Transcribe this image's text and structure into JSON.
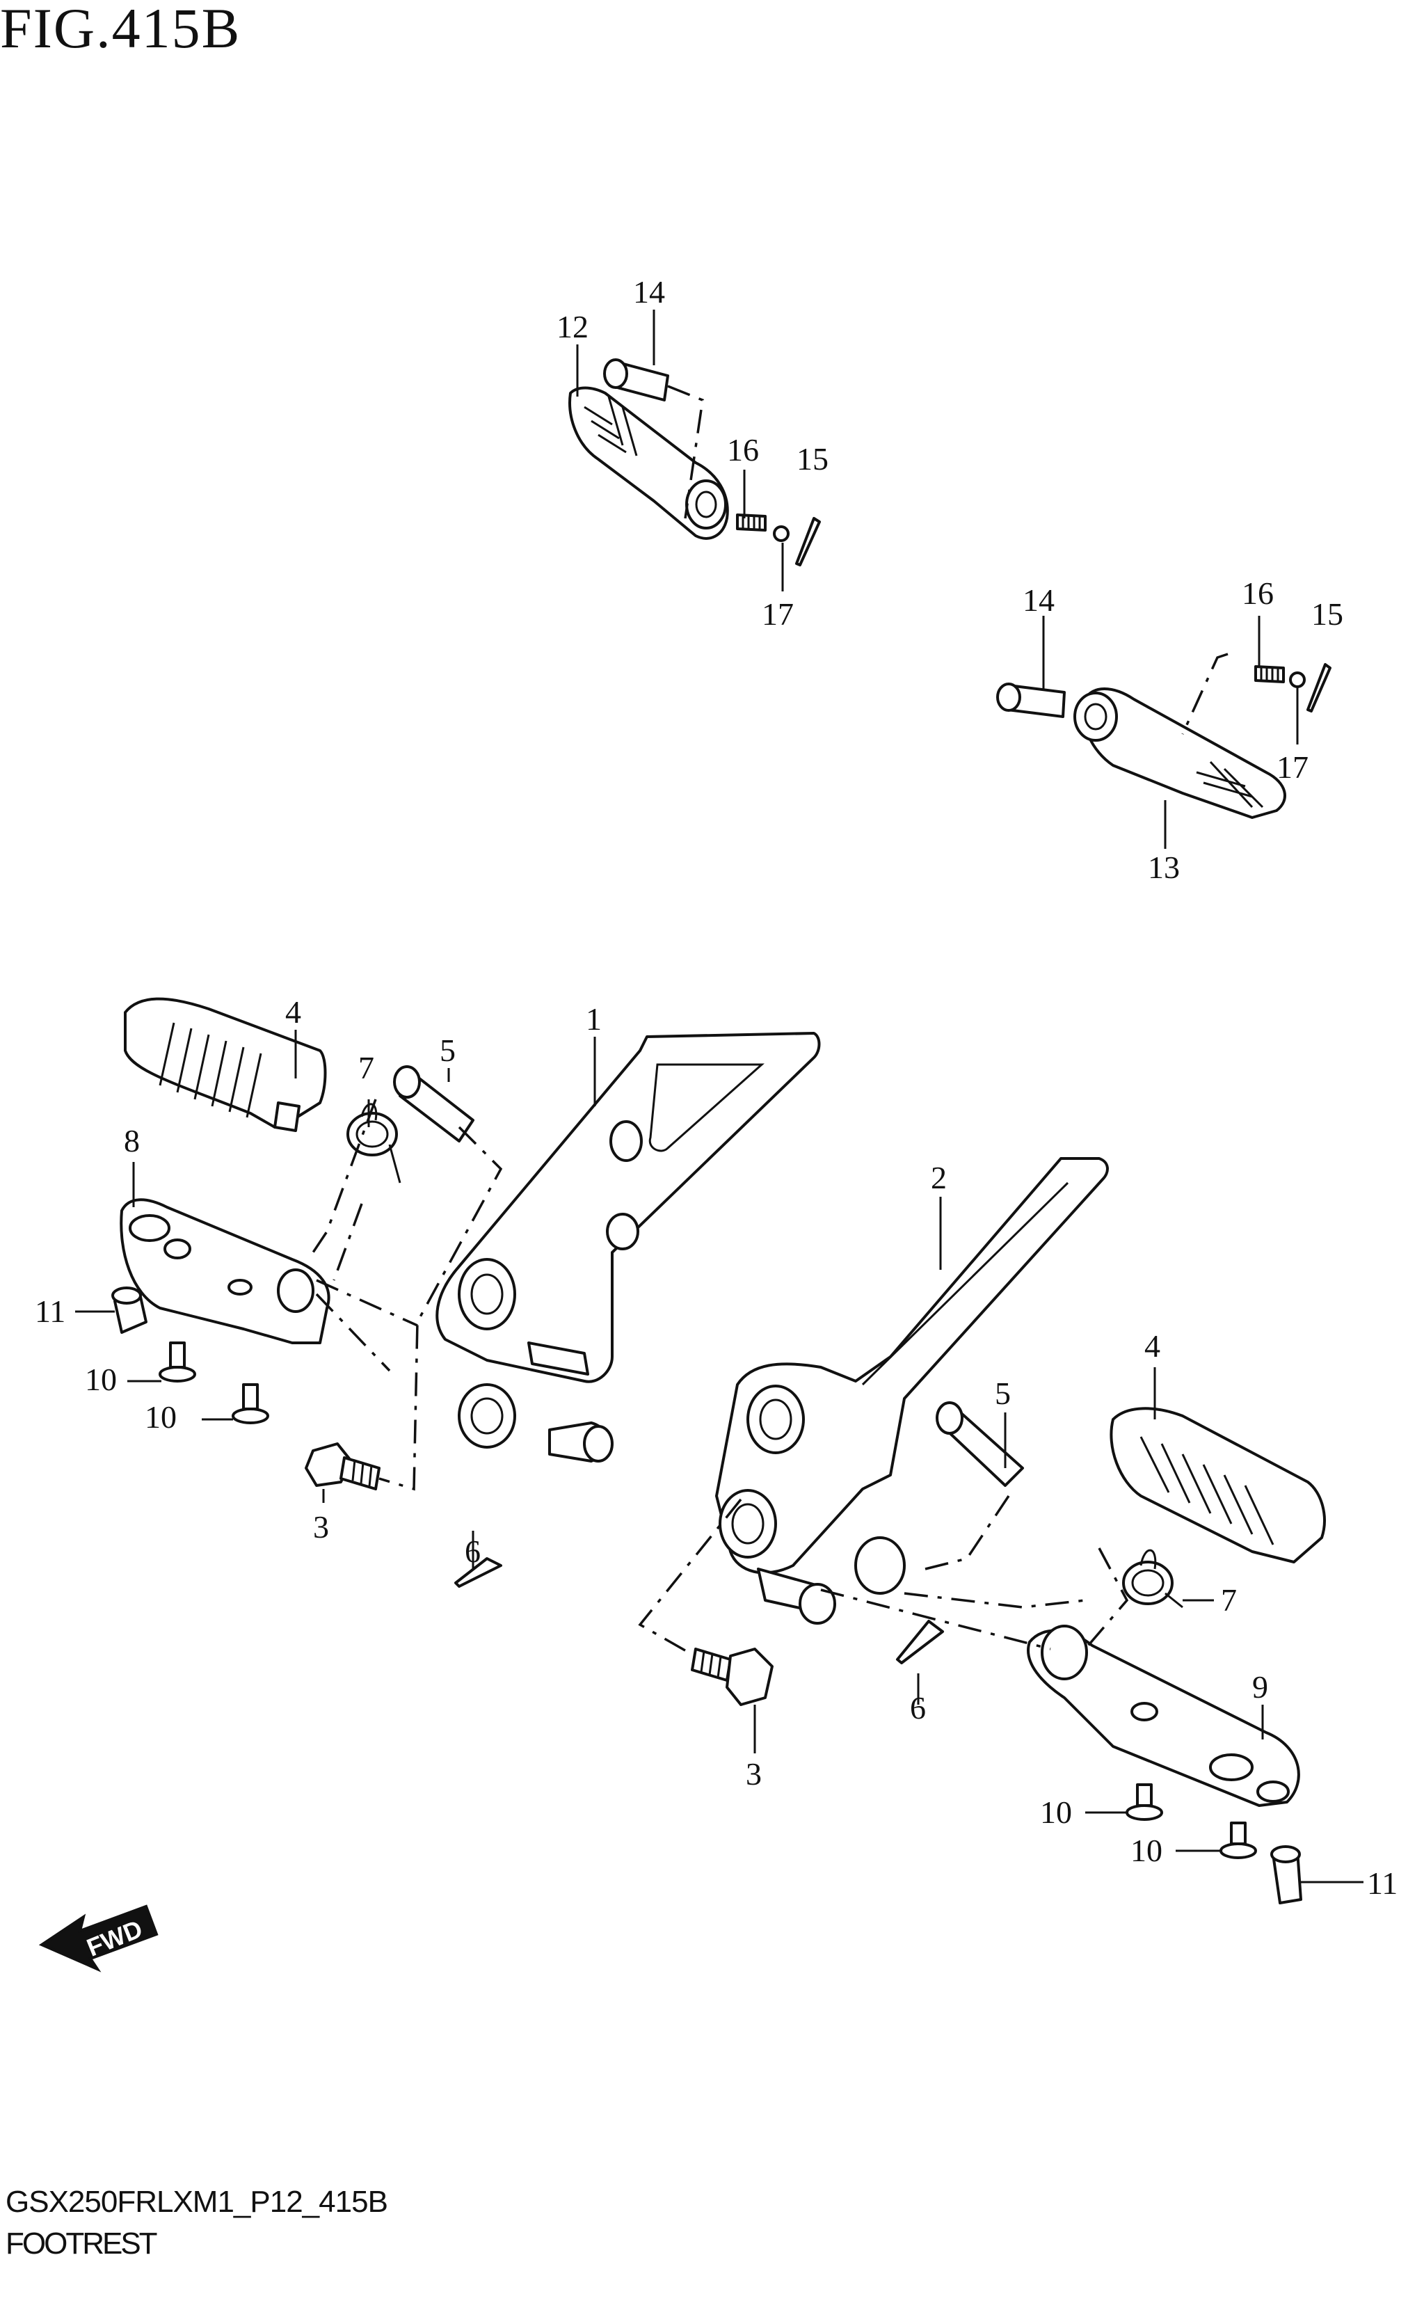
{
  "title": "FIG.415B",
  "footer": {
    "model_code": "GSX250FRLXM1_P12_415B",
    "section_name": "FOOTREST"
  },
  "callouts": [
    "1",
    "2",
    "3",
    "3",
    "4",
    "4",
    "5",
    "5",
    "6",
    "6",
    "7",
    "7",
    "8",
    "9",
    "10",
    "10",
    "10",
    "10",
    "11",
    "11",
    "12",
    "13",
    "14",
    "14",
    "15",
    "15",
    "16",
    "16",
    "17",
    "17"
  ],
  "fwd_label": "FWD",
  "icons": {
    "fwd_arrow": "fwd-arrow-icon"
  }
}
